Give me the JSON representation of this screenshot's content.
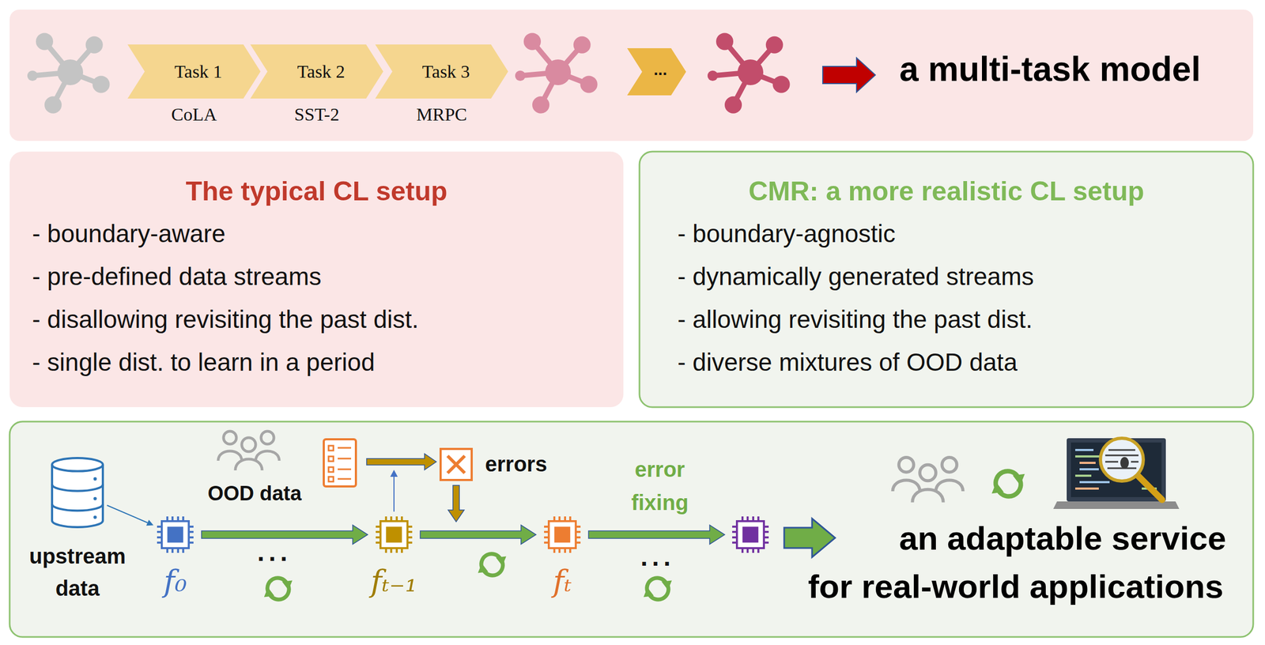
{
  "diagram": {
    "nodes": [
      {
        "text": [
          "a multi-task model"
        ]
      },
      {
        "text": [
          "Task 1",
          "CoLA"
        ],
        "in": 0
      },
      {
        "text": [
          "Task 2",
          "SST-2"
        ],
        "in": 0
      },
      {
        "text": [
          "Task 3",
          "MRPC"
        ],
        "in": 0
      },
      {
        "text": [
          "..."
        ],
        "in": 0
      },
      {
        "text": [
          "The typical CL setup",
          "- boundary-aware",
          "- pre-defined data streams",
          "- disallowing revisiting the past dist.",
          "- single dist. to learn in a period"
        ]
      },
      {
        "text": [
          "CMR: a more realistic CL setup",
          "- boundary-agnostic",
          "- dynamically generated streams",
          "- allowing revisiting the past dist.",
          "- diverse mixtures of OOD data"
        ]
      },
      {
        "text": [
          "an adaptable service for real-world applications"
        ]
      },
      {
        "text": [
          "upstream data"
        ],
        "in": 7
      },
      {
        "text": [
          "f₀"
        ],
        "in": 7
      },
      {
        "text": [
          "fₜ₋₁"
        ],
        "in": 7
      },
      {
        "text": [
          "fₜ"
        ],
        "in": 7
      }
    ],
    "edges": [
      {
        "from": 8,
        "to": 9,
        "arrow": "to"
      },
      {
        "from": 9,
        "to": 10,
        "arrow": "to"
      },
      {
        "from": 10,
        "to": 11,
        "arrow": "to"
      }
    ],
    "labels": [
      "OOD data",
      "errors",
      "error fixing",
      "...",
      "..."
    ]
  }
}
